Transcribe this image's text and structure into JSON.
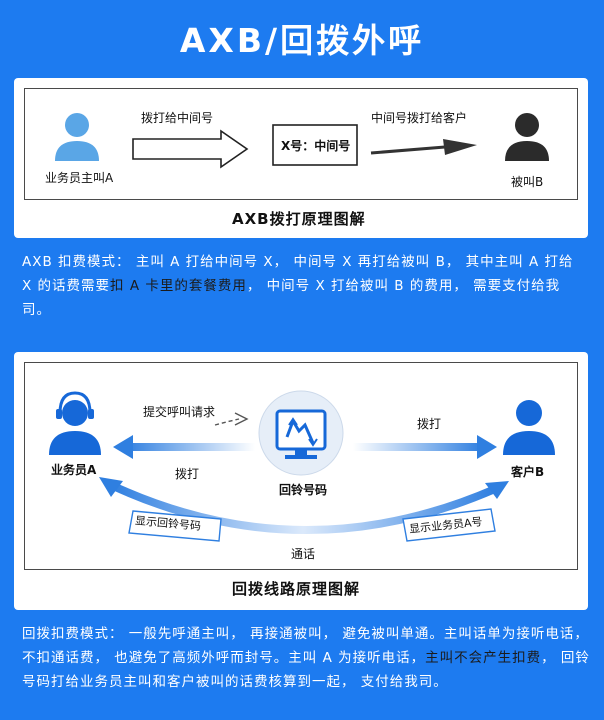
{
  "title": "AXB/回拨外呼",
  "axb": {
    "caller_label": "业务员主叫A",
    "callee_label": "被叫B",
    "arrow1_label": "拨打给中间号",
    "middle_box": "X号：中间号",
    "arrow2_label": "中间号拨打给客户",
    "caption": "AXB拨打原理图解",
    "desc_pre": "AXB 扣费模式： 主叫 A 打给中间号 X， 中间号 X 再打给被叫 B， 其中主叫 A 打给 X 的话费需要",
    "desc_hl": "扣 A 卡里的套餐费用",
    "desc_post": "， 中间号 X 打给被叫 B 的费用， 需要支付给我司。"
  },
  "callback": {
    "agent_label": "业务员A",
    "customer_label": "客户B",
    "center_label": "回铃号码",
    "request_label": "提交呼叫请求",
    "dial_left_label": "拨打",
    "dial_right_label": "拨打",
    "ribbon_left": "显示回铃号码",
    "ribbon_right": "显示业务员A号",
    "call_label": "通话",
    "caption": "回拨线路原理图解",
    "desc_pre": "回拨扣费模式： 一般先呼通主叫， 再接通被叫， 避免被叫单通。主叫话单为接听电话， 不扣通话费， 也避免了高频外呼而封号。主叫 A 为接听电话，",
    "desc_hl": "主叫不会产生扣费",
    "desc_post": "， 回铃号码打给业务员主叫和客户被叫的话费核算到一起， 支付给我司。"
  },
  "colors": {
    "background": "#1d7bf0",
    "person_blue": "#5aa6e6",
    "person_dark": "#2b2b2b",
    "agent_blue": "#1668d8",
    "arrow_blue": "#2f7fe0"
  }
}
